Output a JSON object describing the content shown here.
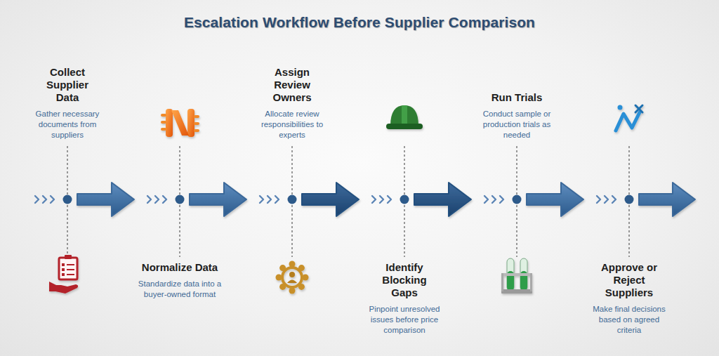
{
  "diagram": {
    "title": "Escalation Workflow Before Supplier Comparison",
    "nodes": [
      {
        "text": [
          "Collect Supplier Data",
          "Gather necessary documents from suppliers"
        ]
      },
      {
        "text": [
          "Normalize Data",
          "Standardize data into a buyer-owned format"
        ]
      },
      {
        "text": [
          "Assign Review Owners",
          "Allocate review responsibilities to experts"
        ]
      },
      {
        "text": [
          "Identify Blocking Gaps",
          "Pinpoint unresolved issues before price comparison"
        ]
      },
      {
        "text": [
          "Run Trials",
          "Conduct sample or production trials as needed"
        ]
      },
      {
        "text": [
          "Approve or Reject Suppliers",
          "Make final decisions based on agreed criteria"
        ]
      }
    ],
    "edges": [
      {
        "from": 0,
        "to": 1,
        "arrow": "to"
      },
      {
        "from": 1,
        "to": 2,
        "arrow": "to"
      },
      {
        "from": 2,
        "to": 3,
        "arrow": "to"
      },
      {
        "from": 3,
        "to": 4,
        "arrow": "to"
      },
      {
        "from": 4,
        "to": 5,
        "arrow": "to"
      }
    ]
  }
}
